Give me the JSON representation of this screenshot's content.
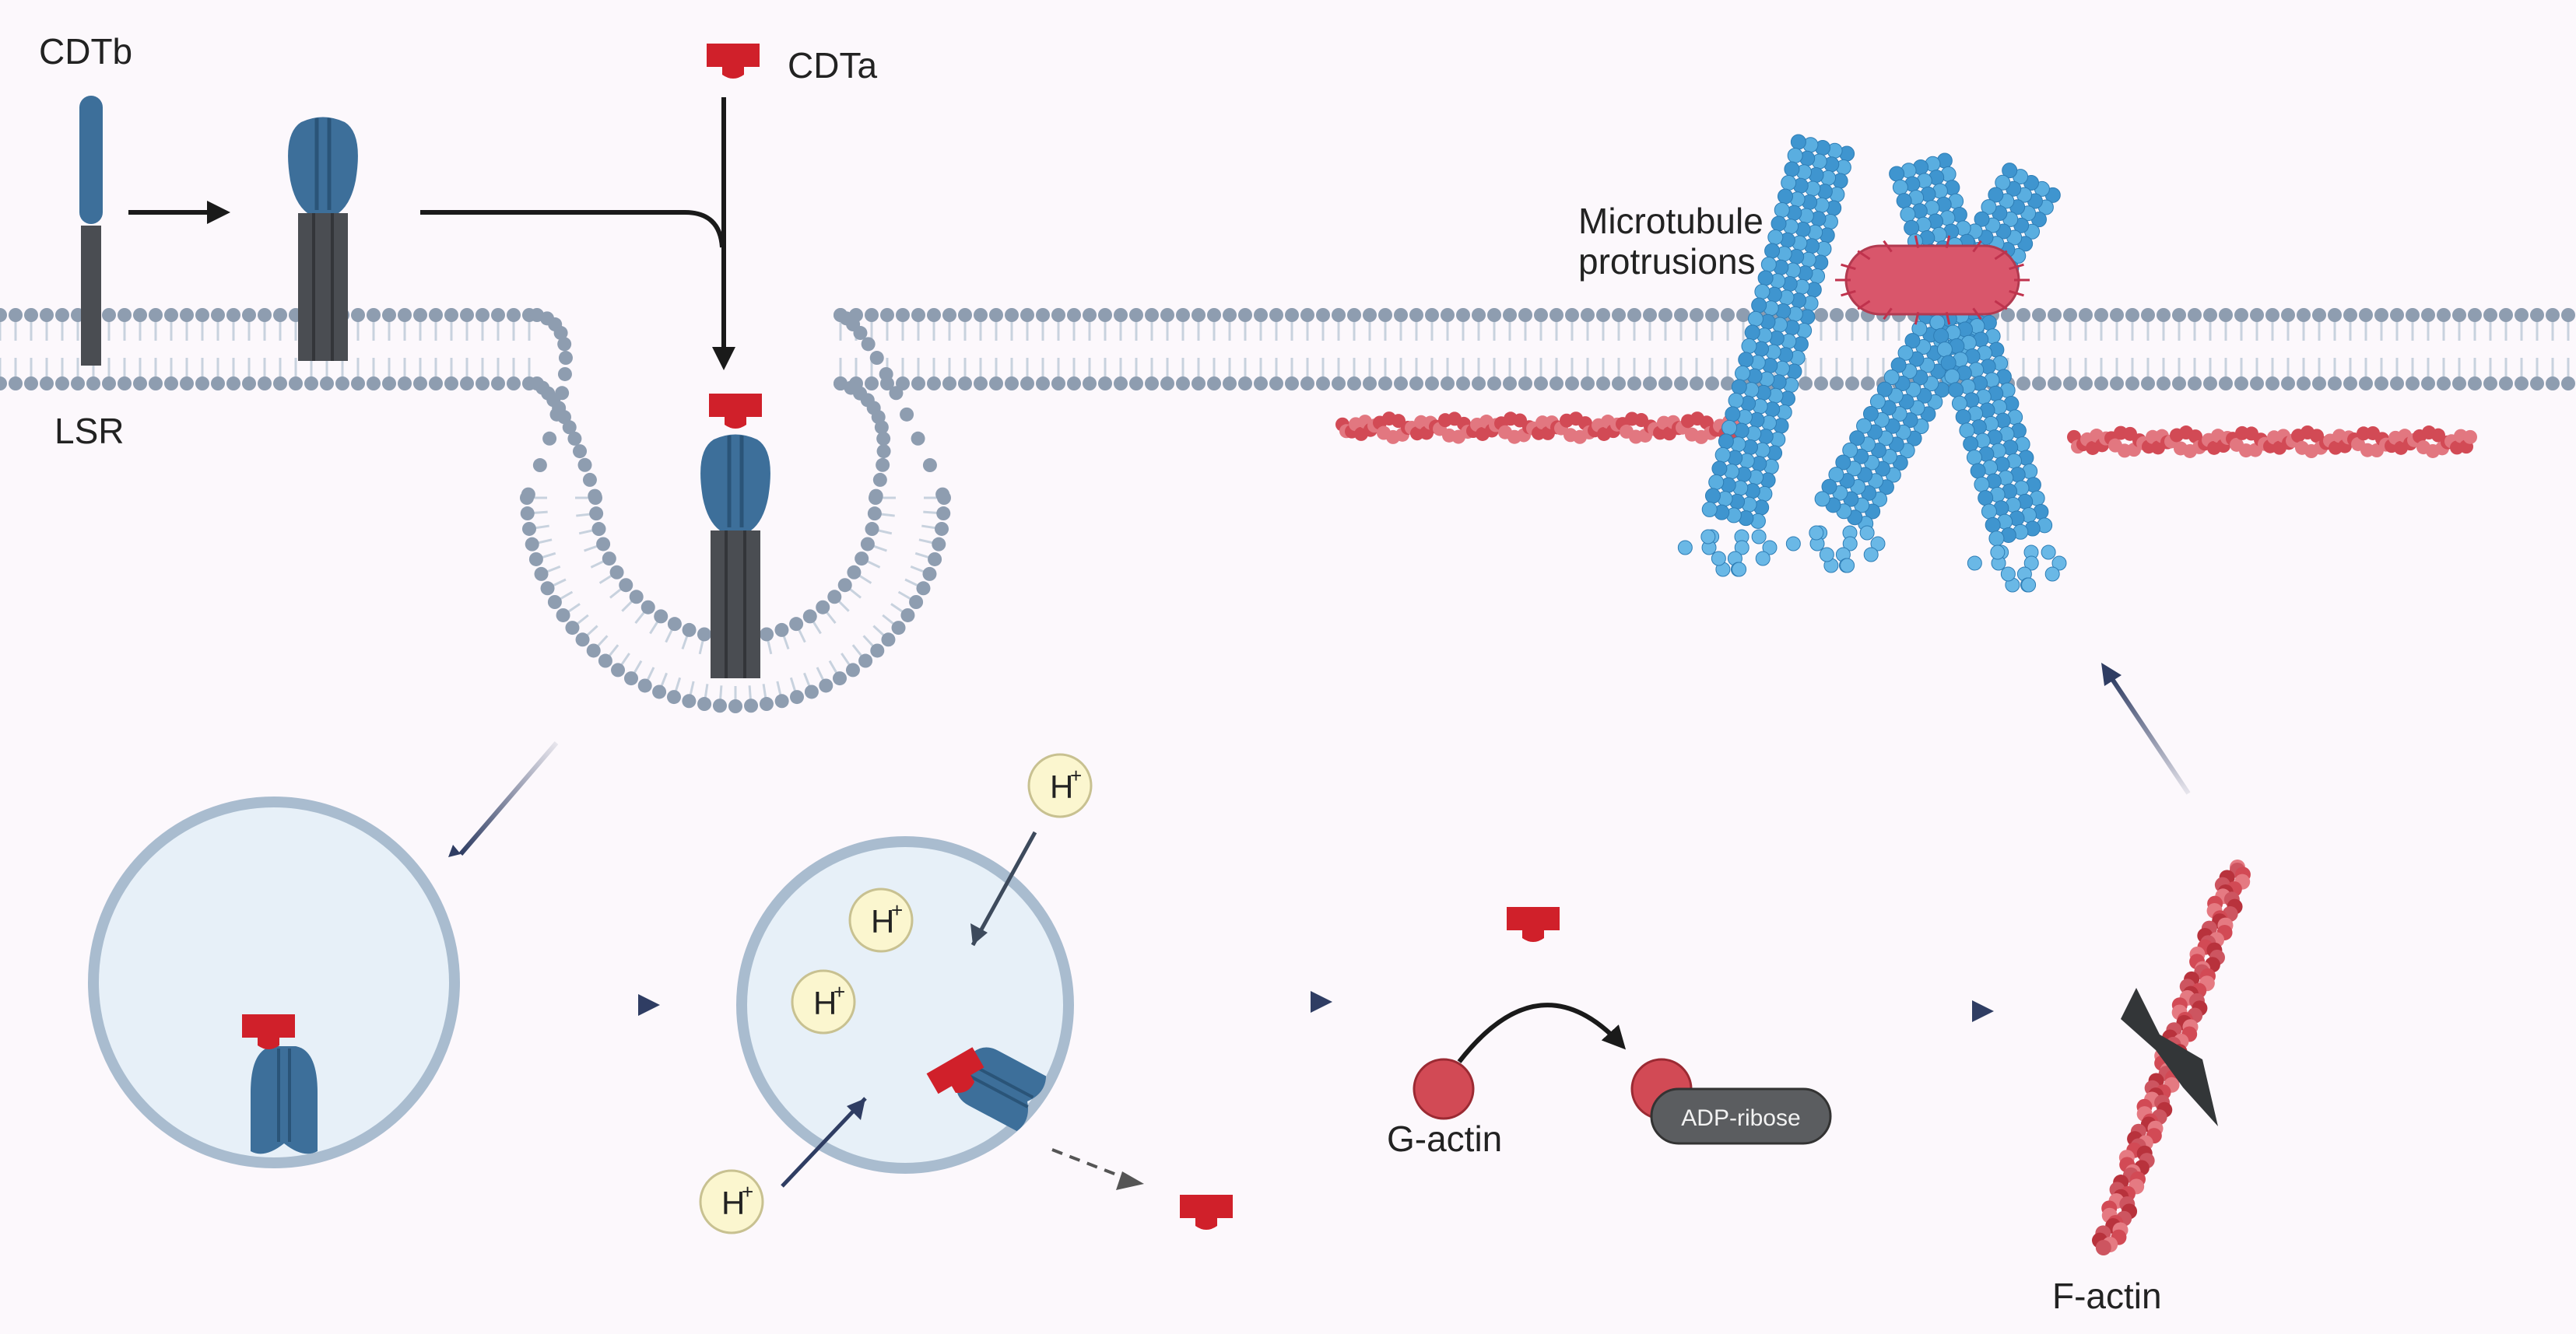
{
  "labels": {
    "cdtb": "CDTb",
    "cdta": "CDTa",
    "lsr": "LSR",
    "microtubule": [
      "Microtubule",
      "protrusions"
    ],
    "g_actin": "G-actin",
    "adp_ribose": "ADP-ribose",
    "f_actin": "F-actin",
    "proton": "H",
    "proton_charge": "+"
  },
  "colors": {
    "background": "#fcf8fc",
    "cdta_red": "#d0202a",
    "cdtb_blue": "#3d6f9a",
    "receptor_gray": "#4a4d52",
    "membrane_head": "#8e9db0",
    "tail": "#c8d2de",
    "endosome_fill": "#e7f0f8",
    "endosome_ring": "#a9bccf",
    "microtubule": "#5aaee0",
    "actin": "#d24a55",
    "arrow_navy": "#2f3d63",
    "proton_fill": "#fbf6cf"
  }
}
